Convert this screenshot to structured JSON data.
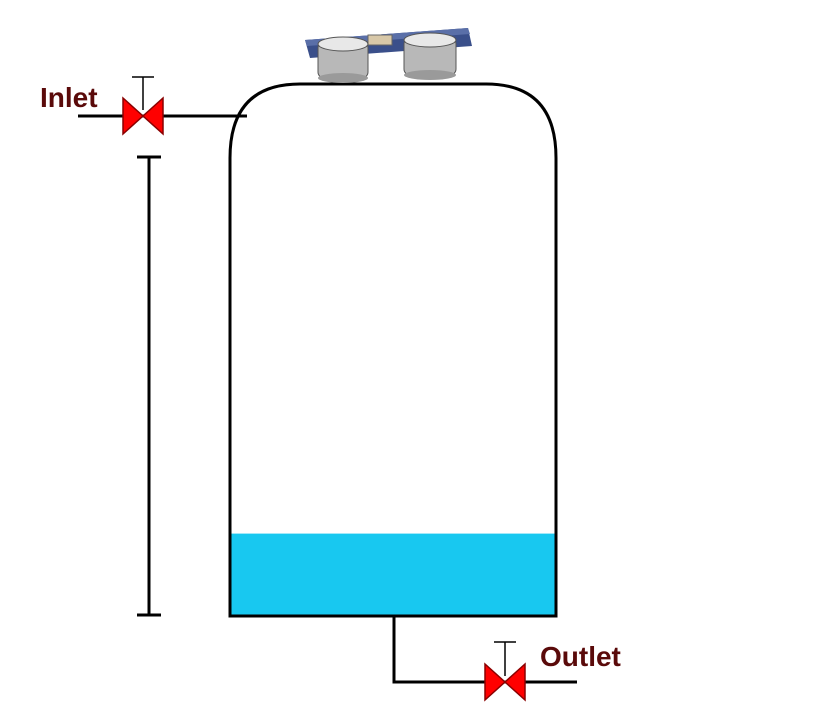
{
  "labels": {
    "inlet": "Inlet",
    "outlet": "Outlet"
  },
  "water_level": {
    "fill_fraction": 0.18
  },
  "colors": {
    "label": "#5a0a0a",
    "valve": "#ff0000",
    "water": "#18c8f0",
    "sensor_board": "#3a4f8a",
    "sensor_body": "#c8c8c8"
  },
  "icons": {
    "inlet_valve": "gate-valve-icon",
    "outlet_valve": "gate-valve-icon",
    "sensor": "ultrasonic-sensor-icon",
    "level_scale": "dimension-bar-icon"
  }
}
